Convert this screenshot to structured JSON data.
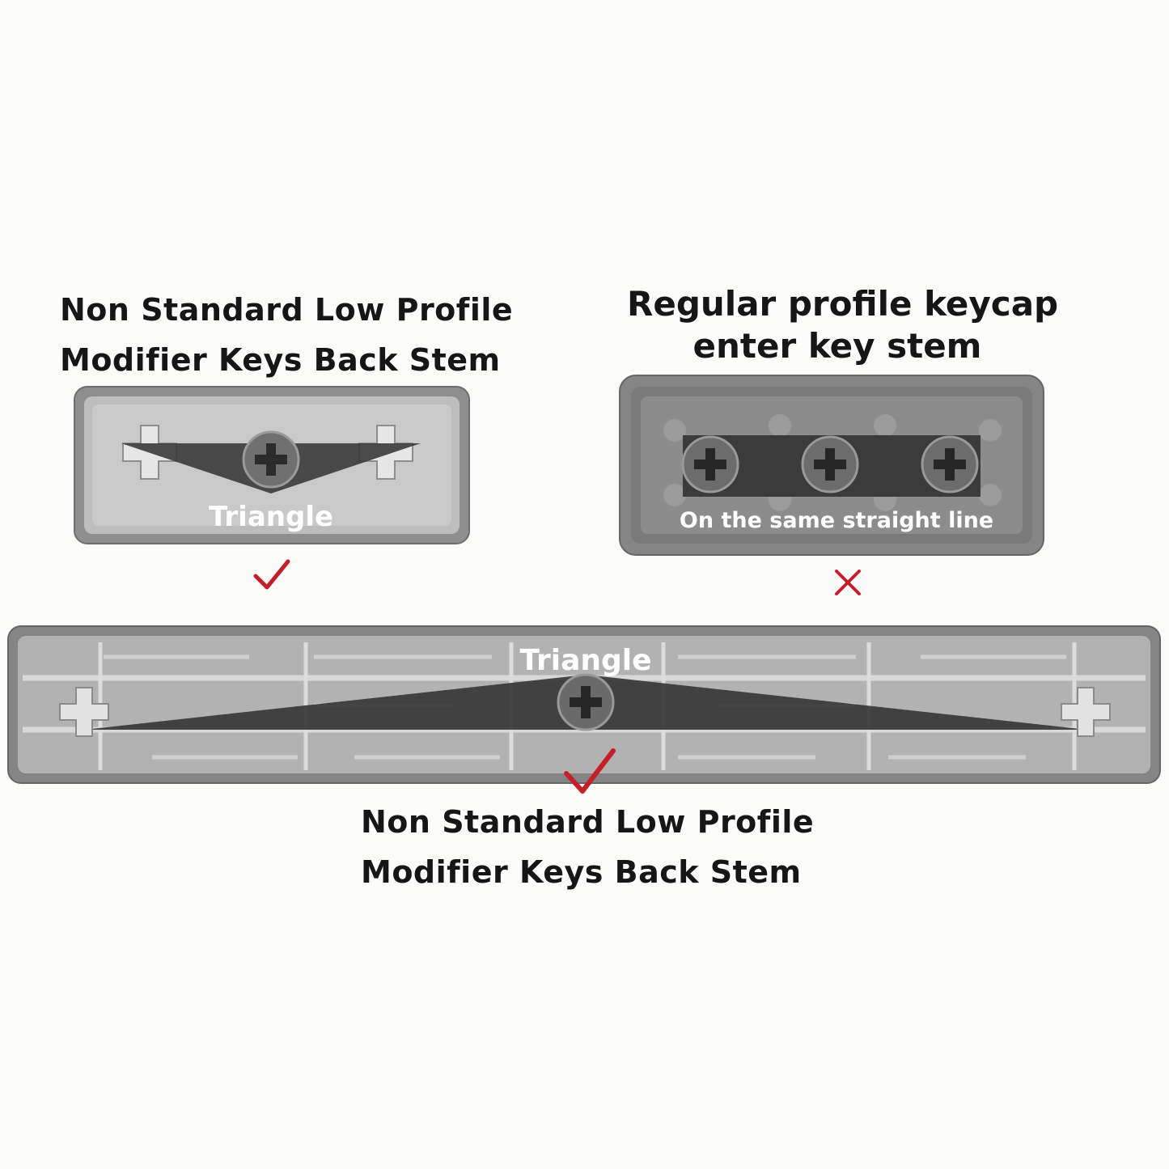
{
  "left_panel": {
    "title_line1": "Non Standard Low Profile",
    "title_line2": "Modifier Keys Back Stem",
    "label": "Triangle",
    "verdict": "check-mark-icon",
    "verdict_color": "#c4202a"
  },
  "right_panel": {
    "title_line1": "Regular profile keycap",
    "title_line2": "enter key stem",
    "label": "On the same straight line",
    "verdict": "cross-mark-icon",
    "verdict_color": "#c4202a"
  },
  "bottom_panel": {
    "label": "Triangle",
    "caption_line1": "Non Standard Low Profile",
    "caption_line2": "Modifier Keys Back Stem",
    "verdict": "check-mark-icon",
    "verdict_color": "#c4202a"
  },
  "colors": {
    "keycap_gray": "#8a8a8a",
    "highlight_dark": "#3a3a3a",
    "background": "#fbfbfa"
  }
}
